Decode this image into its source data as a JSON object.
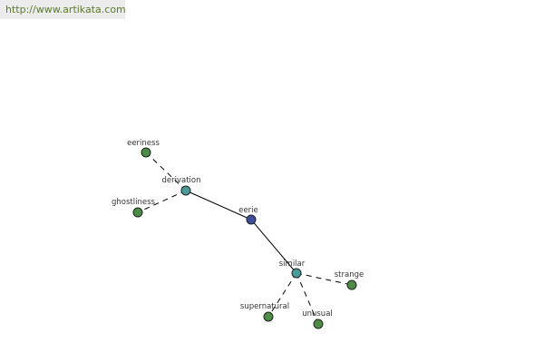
{
  "source": {
    "url_text": "http://www.artikata.com"
  },
  "colors": {
    "root_node": "#3d4f9c",
    "relation_node": "#4a9a9a",
    "word_node": "#4d8c45",
    "node_stroke": "#222222",
    "edge": "#000000",
    "banner_bg": "#ececec",
    "banner_text": "#5a7a2a"
  },
  "graph": {
    "nodes": [
      {
        "id": "eerie",
        "label": "eerie",
        "kind": "root"
      },
      {
        "id": "derivation",
        "label": "derivation",
        "kind": "relation"
      },
      {
        "id": "similar",
        "label": "similar",
        "kind": "relation"
      },
      {
        "id": "eeriness",
        "label": "eeriness",
        "kind": "word"
      },
      {
        "id": "ghostliness",
        "label": "ghostliness",
        "kind": "word"
      },
      {
        "id": "strange",
        "label": "strange",
        "kind": "word"
      },
      {
        "id": "supernatural",
        "label": "supernatural",
        "kind": "word"
      },
      {
        "id": "unusual",
        "label": "unusual",
        "kind": "word"
      }
    ],
    "edges": [
      {
        "from": "eerie",
        "to": "derivation",
        "style": "solid"
      },
      {
        "from": "eerie",
        "to": "similar",
        "style": "solid"
      },
      {
        "from": "derivation",
        "to": "eeriness",
        "style": "dashed"
      },
      {
        "from": "derivation",
        "to": "ghostliness",
        "style": "dashed"
      },
      {
        "from": "similar",
        "to": "strange",
        "style": "dashed"
      },
      {
        "from": "similar",
        "to": "supernatural",
        "style": "dashed"
      },
      {
        "from": "similar",
        "to": "unusual",
        "style": "dashed"
      }
    ]
  }
}
